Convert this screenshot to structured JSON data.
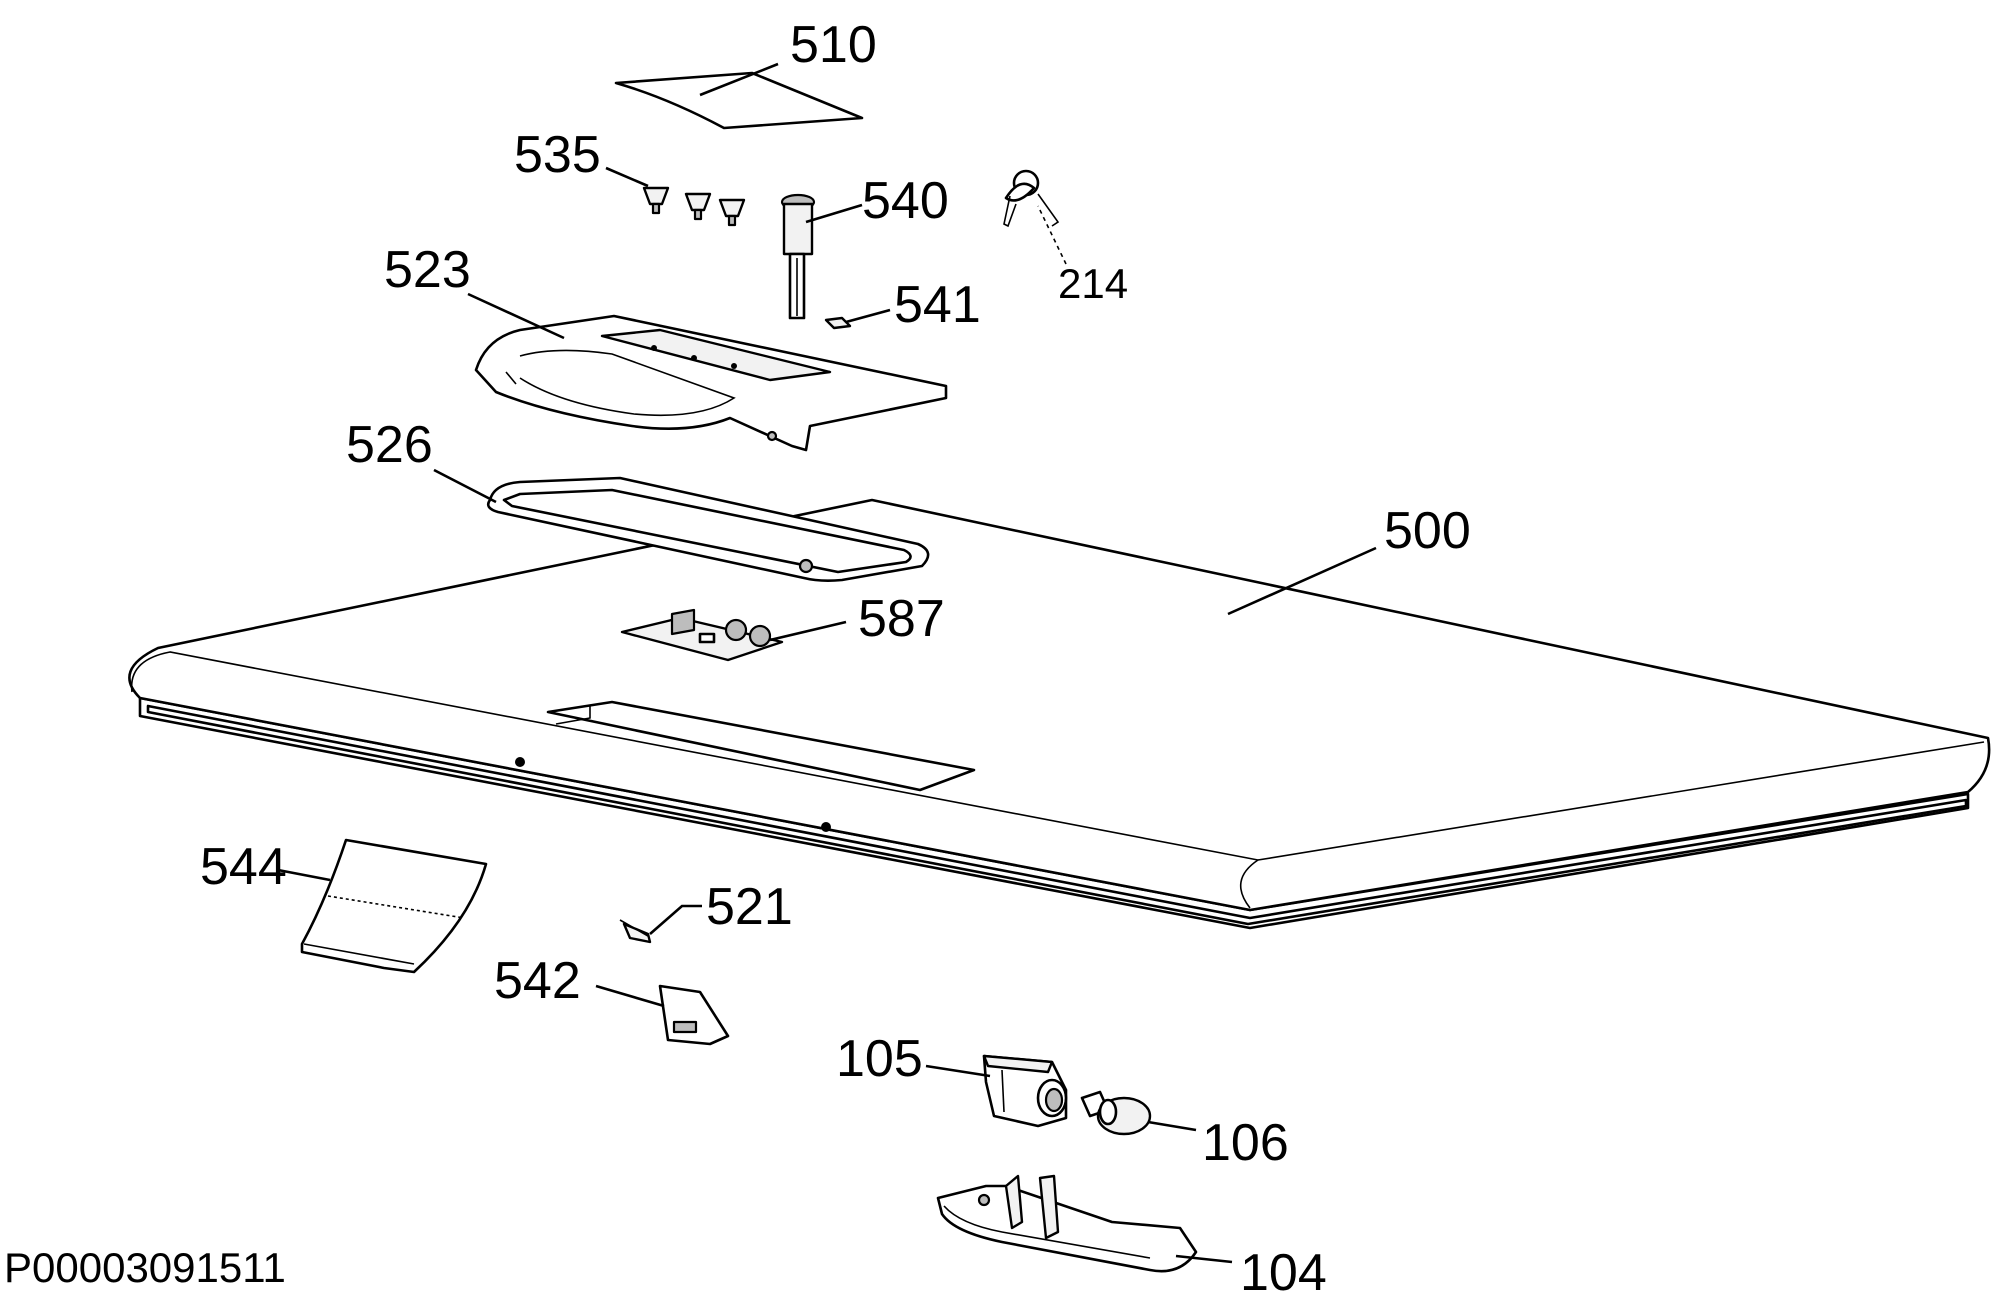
{
  "callouts": [
    {
      "id": "510",
      "text": "510"
    },
    {
      "id": "535",
      "text": "535"
    },
    {
      "id": "540",
      "text": "540"
    },
    {
      "id": "214",
      "text": "214"
    },
    {
      "id": "523",
      "text": "523"
    },
    {
      "id": "541",
      "text": "541"
    },
    {
      "id": "526",
      "text": "526"
    },
    {
      "id": "500",
      "text": "500"
    },
    {
      "id": "587",
      "text": "587"
    },
    {
      "id": "544",
      "text": "544"
    },
    {
      "id": "521",
      "text": "521"
    },
    {
      "id": "542",
      "text": "542"
    },
    {
      "id": "105",
      "text": "105"
    },
    {
      "id": "106",
      "text": "106"
    },
    {
      "id": "104",
      "text": "104"
    }
  ],
  "document_id": "P00003091511"
}
